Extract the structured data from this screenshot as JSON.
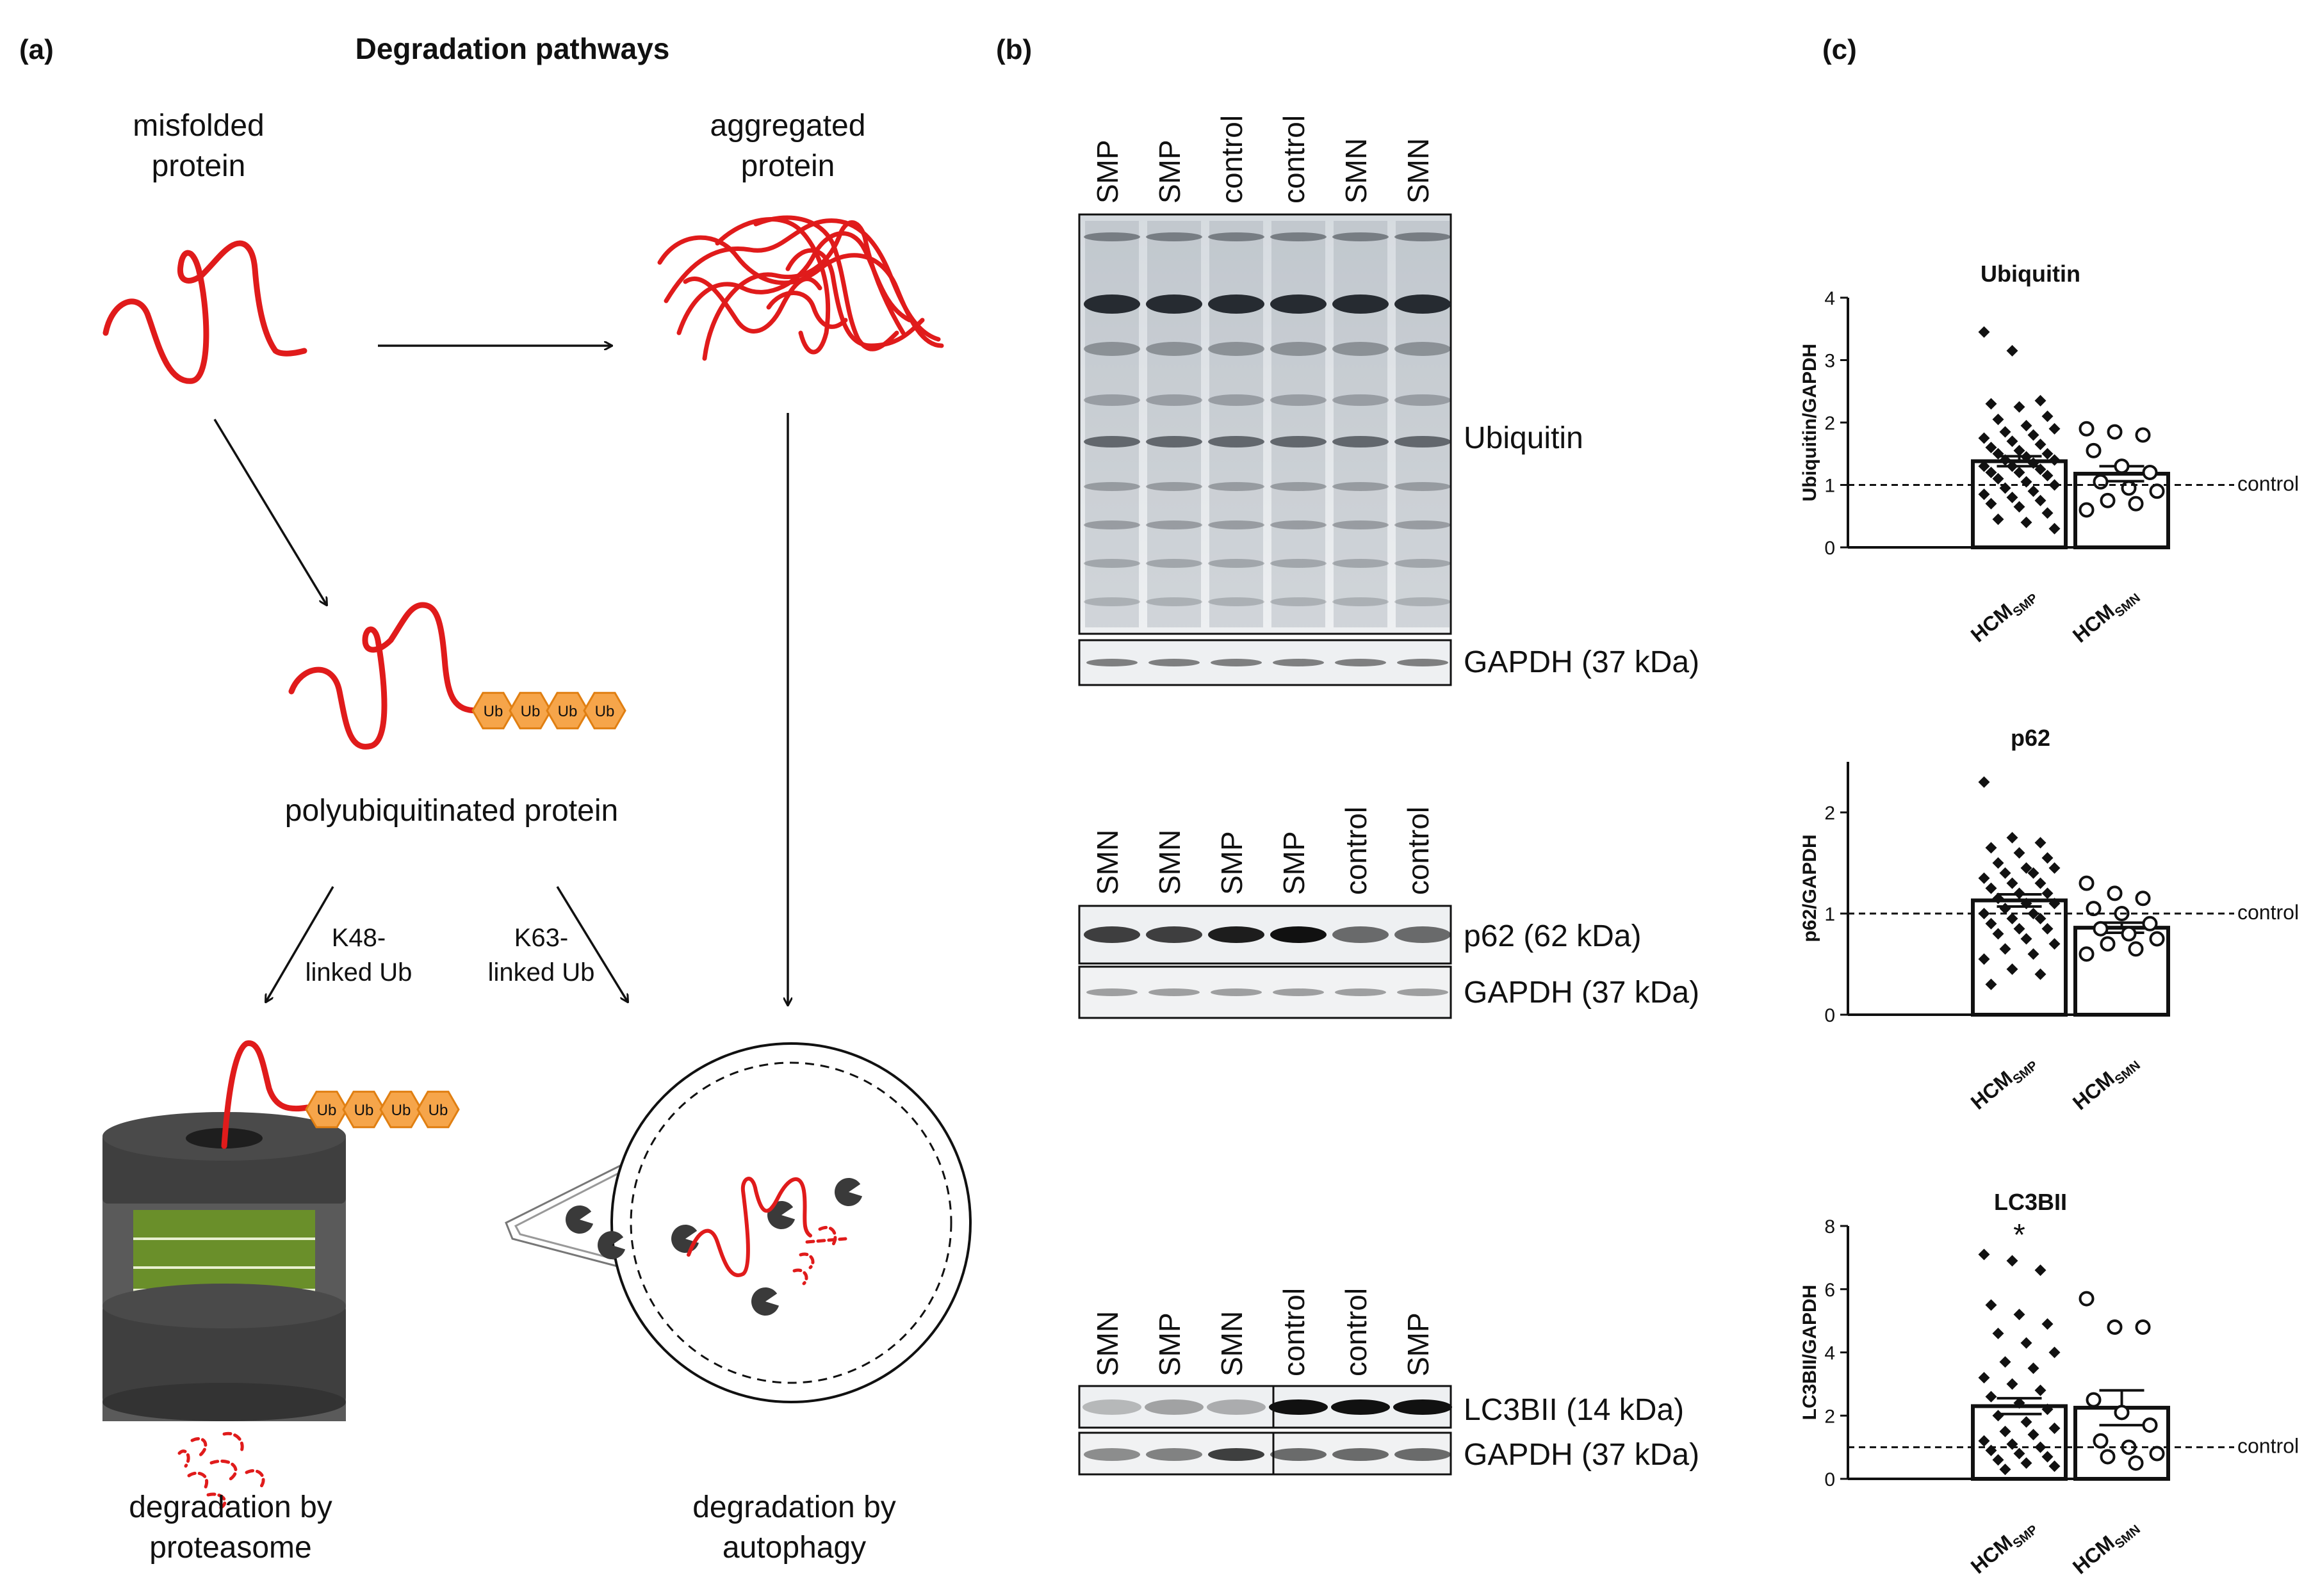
{
  "panel_a": {
    "label": "(a)",
    "title": "Degradation pathways",
    "misfolded": [
      "misfolded",
      "protein"
    ],
    "aggregated": [
      "aggregated",
      "protein"
    ],
    "polyub": "polyubiquitinated protein",
    "ub": "Ub",
    "k48": [
      "K48-",
      "linked Ub"
    ],
    "k63": [
      "K63-",
      "linked Ub"
    ],
    "proteasome": [
      "degradation by",
      "proteasome"
    ],
    "autophagy": [
      "degradation by",
      "autophagy"
    ]
  },
  "panel_b": {
    "label": "(b)",
    "blot1_lanes": [
      "SMP",
      "SMP",
      "control",
      "control",
      "SMN",
      "SMN"
    ],
    "blot1_band": "Ubiquitin",
    "blot1_loading": "GAPDH (37 kDa)",
    "blot2_lanes": [
      "SMN",
      "SMN",
      "SMP",
      "SMP",
      "control",
      "control"
    ],
    "blot2_band": "p62 (62 kDa)",
    "blot2_loading": "GAPDH (37 kDa)",
    "blot3_lanes": [
      "SMN",
      "SMP",
      "SMN",
      "control",
      "control",
      "SMP"
    ],
    "blot3_band": "LC3BII (14 kDa)",
    "blot3_loading": "GAPDH (37 kDa)"
  },
  "panel_c": {
    "label": "(c)",
    "control_label": "control"
  },
  "chart_data": [
    {
      "type": "bar",
      "title": "Ubiquitin",
      "ylabel": "Ubiquitin/GAPDH",
      "categories": [
        "HCM_SMP",
        "HCM_SMN"
      ],
      "category_main": "HCM",
      "category_subs": [
        "SMP",
        "SMN"
      ],
      "values": [
        1.38,
        1.18
      ],
      "sem": [
        0.08,
        0.12
      ],
      "ylim": [
        0,
        4
      ],
      "yticks": [
        0,
        1,
        2,
        3,
        4
      ],
      "reference_line": 1,
      "reference_label": "control",
      "significance": [
        "",
        ""
      ],
      "points": [
        [
          3.45,
          3.15,
          2.35,
          2.3,
          2.25,
          2.1,
          2.05,
          1.95,
          1.9,
          1.85,
          1.8,
          1.75,
          1.7,
          1.65,
          1.6,
          1.55,
          1.5,
          1.5,
          1.45,
          1.4,
          1.4,
          1.35,
          1.3,
          1.3,
          1.25,
          1.2,
          1.2,
          1.15,
          1.1,
          1.05,
          1.0,
          0.95,
          0.9,
          0.85,
          0.8,
          0.75,
          0.7,
          0.65,
          0.55,
          0.45,
          0.4,
          0.3
        ],
        [
          1.9,
          1.85,
          1.8,
          1.55,
          1.3,
          1.2,
          1.05,
          0.95,
          0.9,
          0.75,
          0.7,
          0.6
        ]
      ]
    },
    {
      "type": "bar",
      "title": "p62",
      "ylabel": "p62/GAPDH",
      "categories": [
        "HCM_SMP",
        "HCM_SMN"
      ],
      "category_main": "HCM",
      "category_subs": [
        "SMP",
        "SMN"
      ],
      "values": [
        1.13,
        0.86
      ],
      "sem": [
        0.06,
        0.05
      ],
      "ylim": [
        0,
        2.5
      ],
      "yticks": [
        0,
        1,
        2
      ],
      "reference_line": 1,
      "reference_label": "control",
      "significance": [
        "",
        ""
      ],
      "points": [
        [
          2.3,
          1.75,
          1.7,
          1.65,
          1.6,
          1.55,
          1.5,
          1.45,
          1.45,
          1.4,
          1.4,
          1.35,
          1.3,
          1.3,
          1.25,
          1.2,
          1.2,
          1.15,
          1.1,
          1.1,
          1.05,
          1.0,
          1.0,
          0.95,
          0.95,
          0.9,
          0.85,
          0.85,
          0.8,
          0.75,
          0.7,
          0.65,
          0.6,
          0.55,
          0.45,
          0.4,
          0.3
        ],
        [
          1.3,
          1.2,
          1.15,
          1.05,
          1.0,
          0.9,
          0.85,
          0.8,
          0.75,
          0.7,
          0.65,
          0.6
        ]
      ]
    },
    {
      "type": "bar",
      "title": "LC3BII",
      "ylabel": "LC3BII/GAPDH",
      "categories": [
        "HCM_SMP",
        "HCM_SMN"
      ],
      "category_main": "HCM",
      "category_subs": [
        "SMP",
        "SMN"
      ],
      "values": [
        2.3,
        2.25
      ],
      "sem": [
        0.25,
        0.55
      ],
      "ylim": [
        0,
        8
      ],
      "yticks": [
        0,
        2,
        4,
        6,
        8
      ],
      "reference_line": 1,
      "reference_label": "control",
      "significance": [
        "*",
        ""
      ],
      "points": [
        [
          7.1,
          6.9,
          6.6,
          5.5,
          5.2,
          4.9,
          4.6,
          4.3,
          4.0,
          3.7,
          3.5,
          3.2,
          3.0,
          2.8,
          2.6,
          2.4,
          2.2,
          2.0,
          1.8,
          1.6,
          1.5,
          1.4,
          1.2,
          1.1,
          1.0,
          0.9,
          0.8,
          0.7,
          0.6,
          0.5,
          0.4,
          0.3
        ],
        [
          5.7,
          4.8,
          4.8,
          2.5,
          2.1,
          1.7,
          1.2,
          1.0,
          0.8,
          0.7,
          0.5
        ]
      ]
    }
  ]
}
